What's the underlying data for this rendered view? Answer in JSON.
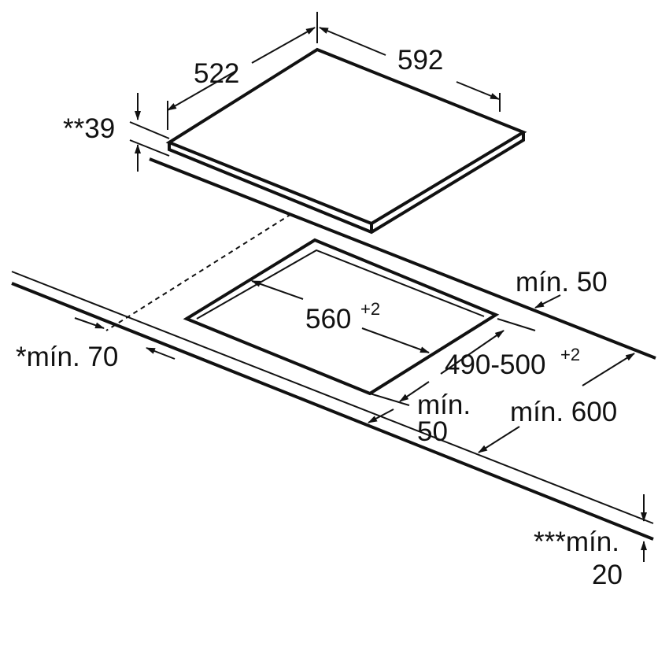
{
  "dimensions": {
    "hob_depth": "522",
    "hob_width": "592",
    "hob_height": "**39",
    "cutout_width": "560",
    "cutout_width_tol": "+2",
    "cutout_depth": "490-500",
    "cutout_depth_tol": "+2",
    "min_back": "mín. 50",
    "min_side": "*mín. 70",
    "min_front_1": "mín.",
    "min_front_2": "50",
    "min_worktop_depth": "mín. 600",
    "min_worktop_thickness_1": "***mín.",
    "min_worktop_thickness_2": "20"
  }
}
